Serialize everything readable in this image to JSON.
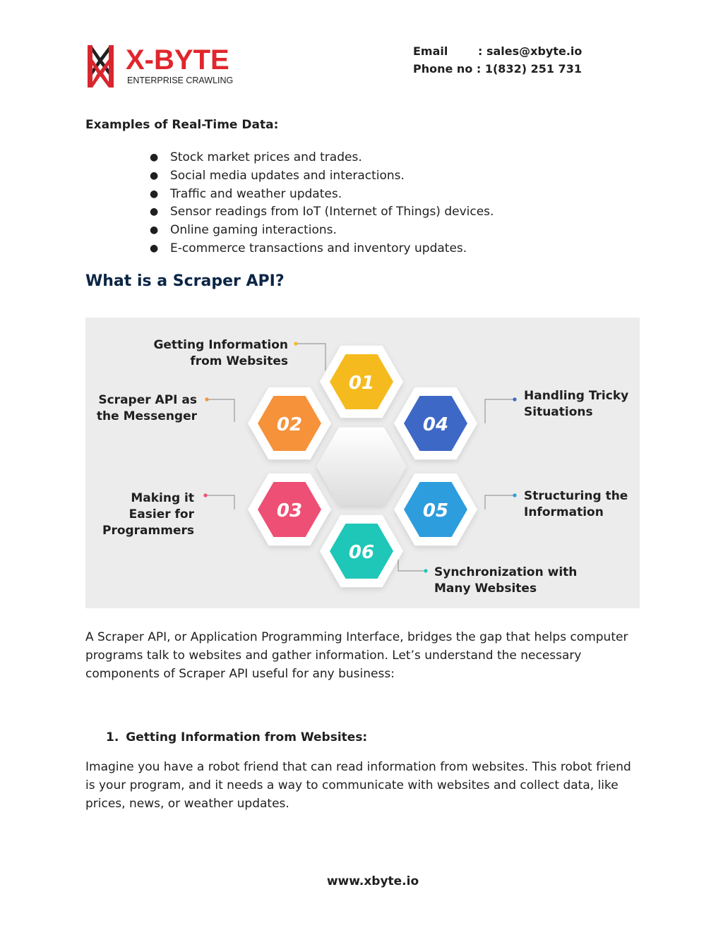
{
  "header": {
    "logo": {
      "brand": "X-BYTE",
      "tagline": "ENTERPRISE CRAWLING"
    },
    "email_label": "Email",
    "email_value": ": sales@xbyte.io",
    "phone_label": "Phone no",
    "phone_value": ": 1(832) 251 731"
  },
  "examples": {
    "heading": "Examples of Real-Time Data:",
    "items": [
      "Stock market prices and trades.",
      "Social media updates and interactions.",
      "Traffic and weather updates.",
      "Sensor readings from IoT (Internet of Things) devices.",
      "Online gaming interactions.",
      "E-commerce transactions and inventory updates."
    ]
  },
  "scraper_heading": "What is a Scraper API?",
  "diagram": {
    "steps": [
      {
        "num": "01",
        "label_lines": [
          "Getting Information",
          "from Websites"
        ],
        "color": "#f5bb1e"
      },
      {
        "num": "02",
        "label_lines": [
          "Scraper API as",
          "the Messenger"
        ],
        "color": "#f5923a"
      },
      {
        "num": "03",
        "label_lines": [
          "Making it",
          "Easier for",
          "Programmers"
        ],
        "color": "#ee4f74"
      },
      {
        "num": "04",
        "label_lines": [
          "Handling Tricky",
          "Situations"
        ],
        "color": "#3e68c6"
      },
      {
        "num": "05",
        "label_lines": [
          "Structuring the",
          "Information"
        ],
        "color": "#2d9ddd"
      },
      {
        "num": "06",
        "label_lines": [
          "Synchronization with",
          "Many Websites"
        ],
        "color": "#1ec7b7"
      }
    ]
  },
  "intro_paragraph": "A Scraper API, or Application Programming Interface, bridges the gap that helps computer programs talk to websites and gather information. Let’s understand the necessary components of Scraper API useful for any business:",
  "section1": {
    "number": "1.",
    "heading": "Getting Information from Websites:",
    "paragraph": "Imagine you have a robot friend that can read information from websites. This robot friend is your program, and it needs a way to communicate with websites and collect data, like prices, news, or weather updates."
  },
  "footer": {
    "url": "www.xbyte.io"
  }
}
